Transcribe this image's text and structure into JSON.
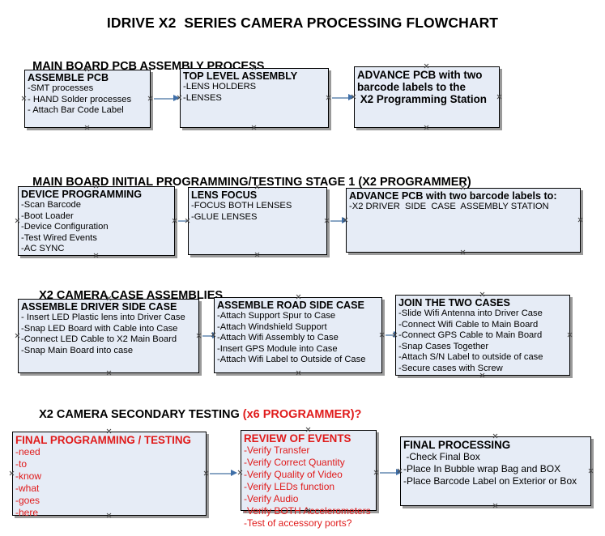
{
  "document": {
    "title": "IDRIVE X2  SERIES CAMERA PROCESSING FLOWCHART",
    "accent_color": "#e01b1b",
    "box_fill": "#e6ecf6",
    "box_border": "#000000",
    "arrow_color": "#8aa6c4",
    "arrowhead_color": "#3f6fa8"
  },
  "sections": [
    {
      "id": "main-board-pcb-assembly-process",
      "heading": "MAIN BOARD PCB ASSEMBLY PROCESS",
      "heading_accent": "",
      "boxes": [
        {
          "id": "assemble-pcb",
          "title": "ASSEMBLE PCB",
          "items": [
            "-SMT processes",
            "- HAND Solder processes",
            "- Attach Bar Code Label"
          ],
          "text_color": "black"
        },
        {
          "id": "top-level-assembly",
          "title": "TOP LEVEL ASSEMBLY",
          "items": [
            "-LENS HOLDERS",
            "-LENSES"
          ],
          "text_color": "black"
        },
        {
          "id": "advance-pcb-to-x2-programming-station",
          "title": "ADVANCE PCB with two",
          "items": [
            "barcode labels to the",
            " X2 Programming Station"
          ],
          "text_color": "black"
        }
      ]
    },
    {
      "id": "main-board-initial-programming-testing-stage-1",
      "heading": "MAIN BOARD INITIAL PROGRAMMING/TESTING STAGE 1 (X2 PROGRAMMER)",
      "heading_accent": "",
      "boxes": [
        {
          "id": "device-programming",
          "title": "DEVICE PROGRAMMING",
          "items": [
            "-Scan Barcode",
            "-Boot Loader",
            "-Device Configuration",
            "-Test Wired Events",
            "-AC SYNC"
          ],
          "text_color": "black"
        },
        {
          "id": "lens-focus",
          "title": "LENS FOCUS",
          "items": [
            "-FOCUS BOTH LENSES",
            "-GLUE LENSES"
          ],
          "text_color": "black"
        },
        {
          "id": "advance-pcb-to-driver-side-case-assembly",
          "title": "ADVANCE PCB with two barcode labels to:",
          "items": [
            "-X2 DRIVER  SIDE  CASE  ASSEMBLY STATION"
          ],
          "text_color": "black"
        }
      ]
    },
    {
      "id": "x2-camera-case-assemblies",
      "heading": "X2 CAMERA CASE ASSEMBLIES",
      "heading_accent": "",
      "boxes": [
        {
          "id": "assemble-driver-side-case",
          "title": "ASSEMBLE DRIVER SIDE CASE",
          "items": [
            "- Insert LED Plastic lens into Driver Case",
            "-Snap LED Board with Cable into Case",
            "-Connect LED Cable to X2 Main Board",
            "-Snap Main Board into case"
          ],
          "text_color": "black"
        },
        {
          "id": "assemble-road-side-case",
          "title": "ASSEMBLE ROAD SIDE CASE",
          "items": [
            "-Attach Support Spur to Case",
            "-Attach Windshield Support",
            "-Attach Wifi Assembly to Case",
            "-Insert GPS Module into Case",
            "-Attach Wifi Label to Outside of Case"
          ],
          "text_color": "black"
        },
        {
          "id": "join-the-two-cases",
          "title": "JOIN THE TWO CASES",
          "items": [
            "-Slide Wifi Antenna into Driver Case",
            "-Connect Wifi Cable to Main Board",
            "-Connect GPS Cable to Main Board",
            "-Snap Cases Together",
            "-Attach S/N Label to outside of case",
            "-Secure cases with Screw"
          ],
          "text_color": "black"
        }
      ]
    },
    {
      "id": "x2-camera-secondary-testing",
      "heading": "X2 CAMERA SECONDARY TESTING ",
      "heading_accent": "(x6 PROGRAMMER)?",
      "boxes": [
        {
          "id": "final-programming-testing",
          "title": "FINAL PROGRAMMING / TESTING",
          "items": [
            "-need",
            "-to",
            "-know",
            "-what",
            "-goes",
            "-here"
          ],
          "text_color": "red"
        },
        {
          "id": "review-of-events",
          "title": "REVIEW OF EVENTS",
          "items": [
            "-Verify Transfer",
            "-Verify Correct Quantity",
            "-Verify Quality of Video",
            "-Verify LEDs function",
            "-Verify Audio",
            "-Verify BOTH Accelerometers",
            "-Test of accessory ports?"
          ],
          "text_color": "red"
        },
        {
          "id": "final-processing",
          "title": "FINAL PROCESSING",
          "items": [
            " -Check Final Box",
            "-Place In Bubble wrap Bag and BOX",
            "-Place Barcode Label on Exterior or Box"
          ],
          "text_color": "black"
        }
      ]
    }
  ]
}
